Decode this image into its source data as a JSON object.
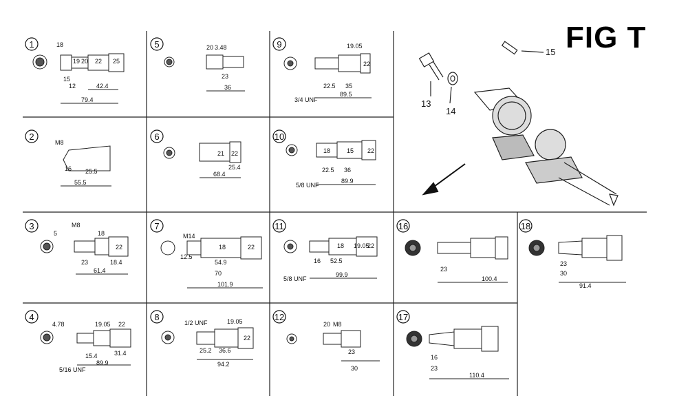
{
  "figure_title": "FIG T",
  "callouts": [
    "13",
    "14",
    "15"
  ],
  "panels": [
    {
      "num": "1",
      "dims": [
        "18",
        "19",
        "20",
        "22",
        "25",
        "15",
        "12",
        "42.4",
        "79.4"
      ]
    },
    {
      "num": "2",
      "dims": [
        "M8",
        "16",
        "25.5",
        "55.5"
      ]
    },
    {
      "num": "3",
      "dims": [
        "5",
        "M8",
        "18",
        "22",
        "23",
        "18.4",
        "61.4"
      ]
    },
    {
      "num": "4",
      "dims": [
        "4.78",
        "19.05",
        "22",
        "5/16 UNF",
        "15.4",
        "31.4",
        "89.9"
      ]
    },
    {
      "num": "5",
      "dims": [
        "20",
        "3.48",
        "23",
        "36"
      ]
    },
    {
      "num": "6",
      "dims": [
        "21",
        "22",
        "25.4",
        "68.4"
      ]
    },
    {
      "num": "7",
      "dims": [
        "M14",
        "12.5",
        "18",
        "22",
        "54.9",
        "70",
        "101.9"
      ]
    },
    {
      "num": "8",
      "dims": [
        "1/2 UNF",
        "19.05",
        "22",
        "25.2",
        "36.6",
        "94.2"
      ]
    },
    {
      "num": "9",
      "dims": [
        "19.05",
        "3/4 UNF",
        "22",
        "22.5",
        "35",
        "89.5"
      ]
    },
    {
      "num": "10",
      "dims": [
        "18",
        "15",
        "22",
        "5/8 UNF",
        "22.5",
        "36",
        "89.9"
      ]
    },
    {
      "num": "11",
      "dims": [
        "18",
        "19.05",
        "22",
        "5/8 UNF",
        "16",
        "52.5",
        "99.9"
      ]
    },
    {
      "num": "12",
      "dims": [
        "20",
        "M8",
        "23",
        "30"
      ]
    },
    {
      "num": "16",
      "dims": [
        "23",
        "100.4"
      ]
    },
    {
      "num": "17",
      "dims": [
        "16",
        "23",
        "110.4"
      ]
    },
    {
      "num": "18",
      "dims": [
        "23",
        "30",
        "91.4"
      ]
    }
  ]
}
